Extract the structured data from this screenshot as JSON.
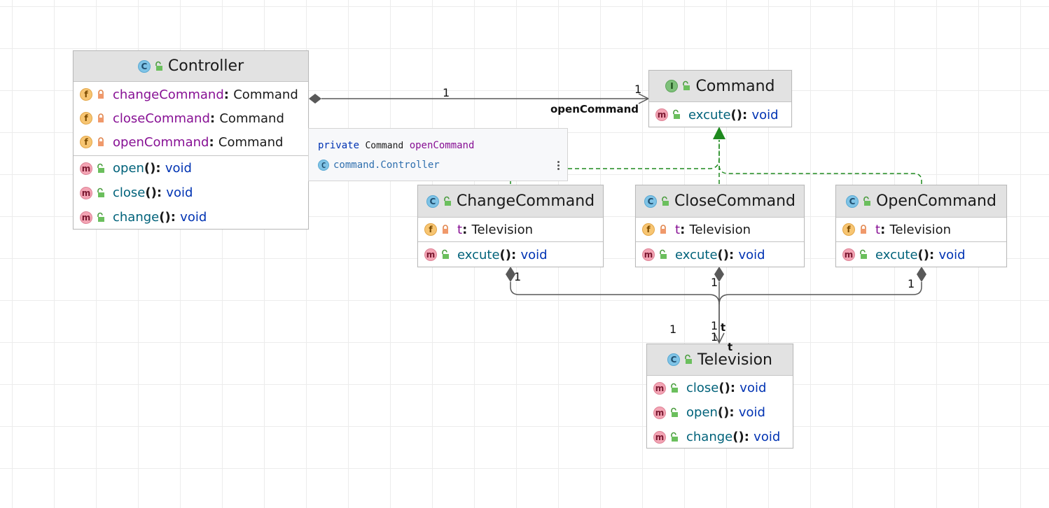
{
  "classes": {
    "controller": {
      "kind": "C",
      "name": "Controller",
      "fields": [
        {
          "name": "changeCommand",
          "type": "Command"
        },
        {
          "name": "closeCommand",
          "type": "Command"
        },
        {
          "name": "openCommand",
          "type": "Command"
        }
      ],
      "methods": [
        {
          "name": "open",
          "parens": "()",
          "ret": "void"
        },
        {
          "name": "close",
          "parens": "()",
          "ret": "void"
        },
        {
          "name": "change",
          "parens": "()",
          "ret": "void"
        }
      ]
    },
    "command": {
      "kind": "I",
      "name": "Command",
      "methods": [
        {
          "name": "excute",
          "parens": "()",
          "ret": "void"
        }
      ]
    },
    "change_command": {
      "kind": "C",
      "name": "ChangeCommand",
      "fields": [
        {
          "name": "t",
          "type": "Television"
        }
      ],
      "methods": [
        {
          "name": "excute",
          "parens": "()",
          "ret": "void"
        }
      ]
    },
    "close_command": {
      "kind": "C",
      "name": "CloseCommand",
      "fields": [
        {
          "name": "t",
          "type": "Television"
        }
      ],
      "methods": [
        {
          "name": "excute",
          "parens": "()",
          "ret": "void"
        }
      ]
    },
    "open_command": {
      "kind": "C",
      "name": "OpenCommand",
      "fields": [
        {
          "name": "t",
          "type": "Television"
        }
      ],
      "methods": [
        {
          "name": "excute",
          "parens": "()",
          "ret": "void"
        }
      ]
    },
    "television": {
      "kind": "C",
      "name": "Television",
      "methods": [
        {
          "name": "close",
          "parens": "()",
          "ret": "void"
        },
        {
          "name": "open",
          "parens": "()",
          "ret": "void"
        },
        {
          "name": "change",
          "parens": "()",
          "ret": "void"
        }
      ]
    }
  },
  "labels": {
    "controller_mult": "1",
    "command_mult": "1",
    "open_command_role": "openCommand",
    "change_mult": "1",
    "close_mult": "1",
    "open_mult": "1",
    "tv_mult_left": "1",
    "tv_mult_a": "1",
    "tv_role_a": "t",
    "tv_mult_b": "1",
    "tv_role_b": "t"
  },
  "tooltip": {
    "keyword": "private",
    "type": "Command",
    "field": "openCommand",
    "class_badge": "C",
    "location": "command.Controller"
  },
  "colors": {
    "composition": "#595959",
    "realization": "#1f8a1f",
    "field_name": "#871094",
    "method_name": "#00627a",
    "keyword": "#0033b3"
  }
}
